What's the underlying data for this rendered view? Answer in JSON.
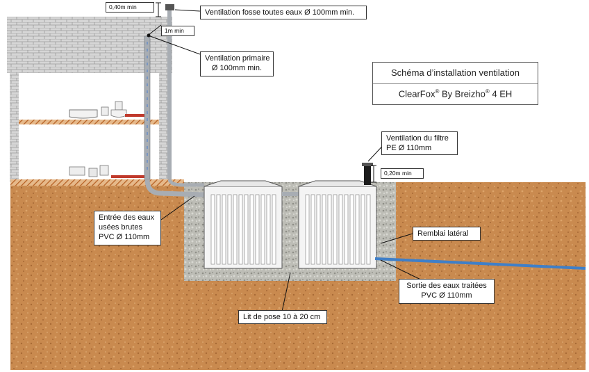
{
  "title": {
    "line1": "Schéma d’installation ventilation",
    "line2_product": "ClearFox",
    "line2_mid": " By Breizho",
    "line2_tail": " 4 EH",
    "registered": "®"
  },
  "labels": {
    "vent_height_top": "0,40m min",
    "vent_fosse": "Ventilation fosse toutes eaux Ø 100mm min.",
    "one_m_min": "1m min",
    "vent_primaire_l1": "Ventilation primaire",
    "vent_primaire_l2": "Ø 100mm min.",
    "vent_filtre_l1": "Ventilation du filtre",
    "vent_filtre_l2": "PE Ø 110mm",
    "height_020": "0,20m min",
    "entree_l1": "Entrée des eaux",
    "entree_l2": "usées brutes",
    "entree_l3": "PVC Ø 110mm",
    "remblai": "Remblai latéral",
    "sortie_l1": "Sortie des eaux traitées",
    "sortie_l2": "PVC Ø 110mm",
    "lit_de_pose": "Lit de pose 10 à 20 cm"
  },
  "colors": {
    "soil": "#c98a4f",
    "gravel": "#b9b9b3",
    "brick": "#d2d2d2",
    "pipe_grey": "#a8adb3",
    "pipe_red": "#c0392b",
    "outlet_blue": "#3f7fc8",
    "floor_hatch": "#c8722f"
  }
}
